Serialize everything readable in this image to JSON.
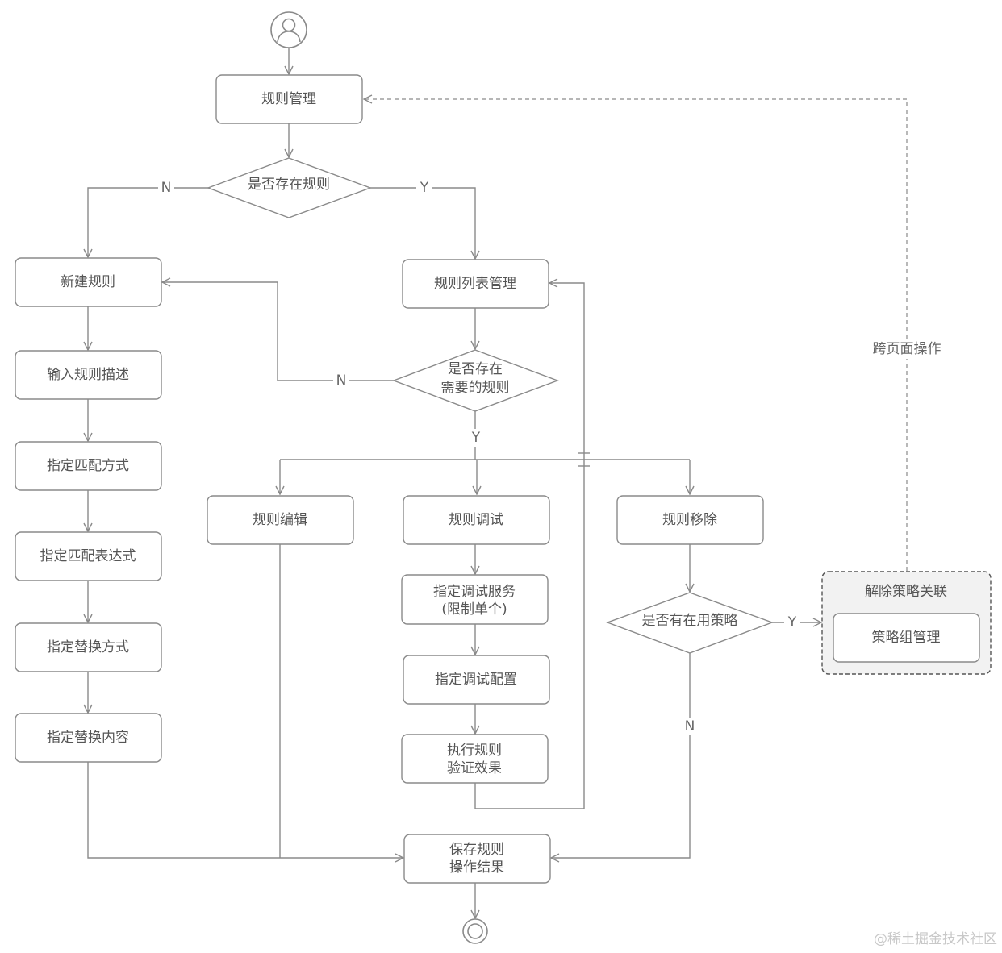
{
  "nodes": {
    "rule_mgmt": "规则管理",
    "has_rules": "是否存在规则",
    "new_rule": "新建规则",
    "rule_list_mgmt": "规则列表管理",
    "input_desc": "输入规则描述",
    "has_needed_1": "是否存在",
    "has_needed_2": "需要的规则",
    "match_mode": "指定匹配方式",
    "match_expr": "指定匹配表达式",
    "replace_mode": "指定替换方式",
    "replace_content": "指定替换内容",
    "rule_edit": "规则编辑",
    "rule_debug": "规则调试",
    "rule_remove": "规则移除",
    "debug_service_1": "指定调试服务",
    "debug_service_2": "(限制单个)",
    "debug_config": "指定调试配置",
    "exec_rule_1": "执行规则",
    "exec_rule_2": "验证效果",
    "has_policy": "是否有在用策略",
    "unbind_group": "解除策略关联",
    "policy_group_mgmt": "策略组管理",
    "save_1": "保存规则",
    "save_2": "操作结果"
  },
  "labels": {
    "n1": "N",
    "y1": "Y",
    "n2": "N",
    "y2": "Y",
    "y3": "Y",
    "n3": "N",
    "cross_page": "跨页面操作"
  },
  "watermark": "@稀土掘金技术社区"
}
